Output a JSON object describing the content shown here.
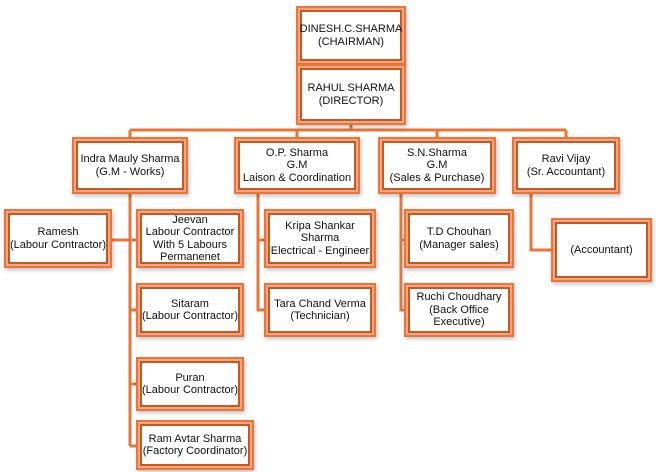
{
  "connector_color": "#e8763a",
  "border_color": "#c65a1e",
  "nodes": {
    "chairman": {
      "lines": [
        "DINESH.C.SHARMA",
        "(CHAIRMAN)"
      ]
    },
    "director": {
      "lines": [
        "RAHUL SHARMA",
        "(DIRECTOR)"
      ]
    },
    "gm_works": {
      "lines": [
        "Indra Mauly Sharma",
        "(G.M - Works)"
      ]
    },
    "gm_liaison": {
      "lines": [
        "O.P. Sharma",
        "G.M",
        "Laison & Coordination"
      ]
    },
    "gm_sales": {
      "lines": [
        "S.N.Sharma",
        "G.M",
        "(Sales & Purchase)"
      ]
    },
    "sr_accountant": {
      "lines": [
        "Ravi  Vijay",
        "(Sr. Accountant)"
      ]
    },
    "ramesh": {
      "lines": [
        "Ramesh",
        "(Labour Contractor)"
      ]
    },
    "jeevan": {
      "lines": [
        "Jeevan",
        "Labour Contractor",
        "With 5 Labours",
        "Permanenet"
      ]
    },
    "sitaram": {
      "lines": [
        "Sitaram",
        "(Labour Contractor)"
      ]
    },
    "puran": {
      "lines": [
        "Puran",
        "(Labour Contractor)"
      ]
    },
    "ram_avtar": {
      "lines": [
        "Ram Avtar Sharma",
        "(Factory Coordinator)"
      ]
    },
    "kripa": {
      "lines": [
        "Kripa Shankar",
        "Sharma",
        "Electrical - Engineer"
      ]
    },
    "tara": {
      "lines": [
        "Tara Chand Verma",
        "(Technician)"
      ]
    },
    "td": {
      "lines": [
        "T.D Chouhan",
        "(Manager sales)"
      ]
    },
    "ruchi": {
      "lines": [
        "Ruchi Choudhary",
        "(Back Office",
        "Executive)"
      ]
    },
    "accountant": {
      "lines": [
        "(Accountant)"
      ]
    }
  }
}
